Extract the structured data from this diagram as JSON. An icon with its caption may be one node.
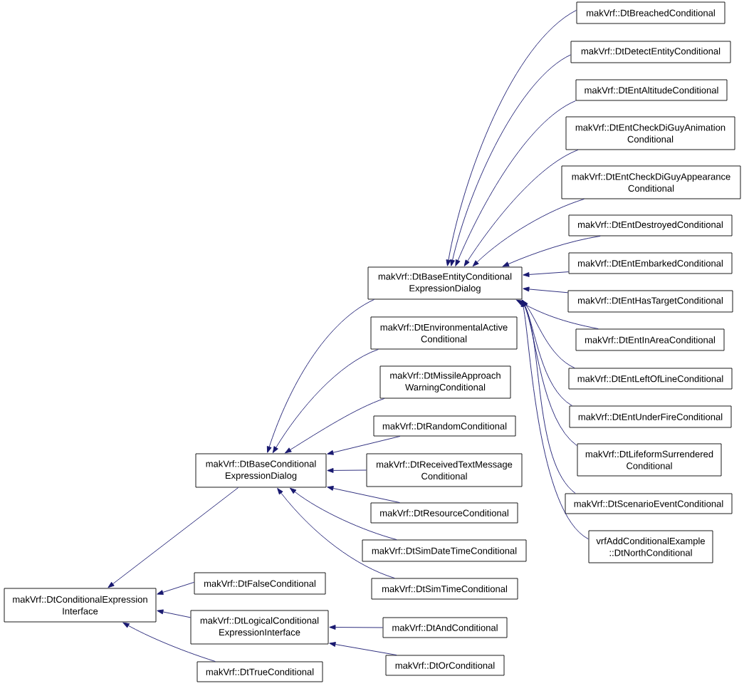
{
  "diagram": {
    "nodes": [
      {
        "text": [
          "makVrf::DtConditionalExpression Interface"
        ]
      },
      {
        "text": [
          "makVrf::DtBaseConditional ExpressionDialog"
        ]
      },
      {
        "text": [
          "makVrf::DtFalseConditional"
        ]
      },
      {
        "text": [
          "makVrf::DtLogicalConditional ExpressionInterface"
        ]
      },
      {
        "text": [
          "makVrf::DtTrueConditional"
        ]
      },
      {
        "text": [
          "makVrf::DtBaseEntityConditional ExpressionDialog"
        ]
      },
      {
        "text": [
          "makVrf::DtEnvironmentalActive Conditional"
        ]
      },
      {
        "text": [
          "makVrf::DtMissileApproach WarningConditional"
        ]
      },
      {
        "text": [
          "makVrf::DtRandomConditional"
        ]
      },
      {
        "text": [
          "makVrf::DtReceivedTextMessage Conditional"
        ]
      },
      {
        "text": [
          "makVrf::DtResourceConditional"
        ]
      },
      {
        "text": [
          "makVrf::DtSimDateTimeConditional"
        ]
      },
      {
        "text": [
          "makVrf::DtSimTimeConditional"
        ]
      },
      {
        "text": [
          "makVrf::DtAndConditional"
        ]
      },
      {
        "text": [
          "makVrf::DtOrConditional"
        ]
      },
      {
        "text": [
          "makVrf::DtBreachedConditional"
        ]
      },
      {
        "text": [
          "makVrf::DtDetectEntityConditional"
        ]
      },
      {
        "text": [
          "makVrf::DtEntAltitudeConditional"
        ]
      },
      {
        "text": [
          "makVrf::DtEntCheckDiGuyAnimation Conditional"
        ]
      },
      {
        "text": [
          "makVrf::DtEntCheckDiGuyAppearance Conditional"
        ]
      },
      {
        "text": [
          "makVrf::DtEntDestroyedConditional"
        ]
      },
      {
        "text": [
          "makVrf::DtEntEmbarkedConditional"
        ]
      },
      {
        "text": [
          "makVrf::DtEntHasTargetConditional"
        ]
      },
      {
        "text": [
          "makVrf::DtEntInAreaConditional"
        ]
      },
      {
        "text": [
          "makVrf::DtEntLeftOfLineConditional"
        ]
      },
      {
        "text": [
          "makVrf::DtEntUnderFireConditional"
        ]
      },
      {
        "text": [
          "makVrf::DtLifeformSurrendered Conditional"
        ]
      },
      {
        "text": [
          "makVrf::DtScenarioEventConditional"
        ]
      },
      {
        "text": [
          "vrfAddConditionalExample ::DtNorthConditional"
        ]
      }
    ],
    "edges": [
      {
        "from": 1,
        "to": 0,
        "arrow": "to"
      },
      {
        "from": 2,
        "to": 0,
        "arrow": "to"
      },
      {
        "from": 3,
        "to": 0,
        "arrow": "to"
      },
      {
        "from": 4,
        "to": 0,
        "arrow": "to"
      },
      {
        "from": 5,
        "to": 1,
        "arrow": "to"
      },
      {
        "from": 6,
        "to": 1,
        "arrow": "to"
      },
      {
        "from": 7,
        "to": 1,
        "arrow": "to"
      },
      {
        "from": 8,
        "to": 1,
        "arrow": "to"
      },
      {
        "from": 9,
        "to": 1,
        "arrow": "to"
      },
      {
        "from": 10,
        "to": 1,
        "arrow": "to"
      },
      {
        "from": 11,
        "to": 1,
        "arrow": "to"
      },
      {
        "from": 12,
        "to": 1,
        "arrow": "to"
      },
      {
        "from": 13,
        "to": 3,
        "arrow": "to"
      },
      {
        "from": 14,
        "to": 3,
        "arrow": "to"
      },
      {
        "from": 15,
        "to": 5,
        "arrow": "to"
      },
      {
        "from": 16,
        "to": 5,
        "arrow": "to"
      },
      {
        "from": 17,
        "to": 5,
        "arrow": "to"
      },
      {
        "from": 18,
        "to": 5,
        "arrow": "to"
      },
      {
        "from": 19,
        "to": 5,
        "arrow": "to"
      },
      {
        "from": 20,
        "to": 5,
        "arrow": "to"
      },
      {
        "from": 21,
        "to": 5,
        "arrow": "to"
      },
      {
        "from": 22,
        "to": 5,
        "arrow": "to"
      },
      {
        "from": 23,
        "to": 5,
        "arrow": "to"
      },
      {
        "from": 24,
        "to": 5,
        "arrow": "to"
      },
      {
        "from": 25,
        "to": 5,
        "arrow": "to"
      },
      {
        "from": 26,
        "to": 5,
        "arrow": "to"
      },
      {
        "from": 27,
        "to": 5,
        "arrow": "to"
      },
      {
        "from": 28,
        "to": 5,
        "arrow": "to"
      }
    ]
  }
}
